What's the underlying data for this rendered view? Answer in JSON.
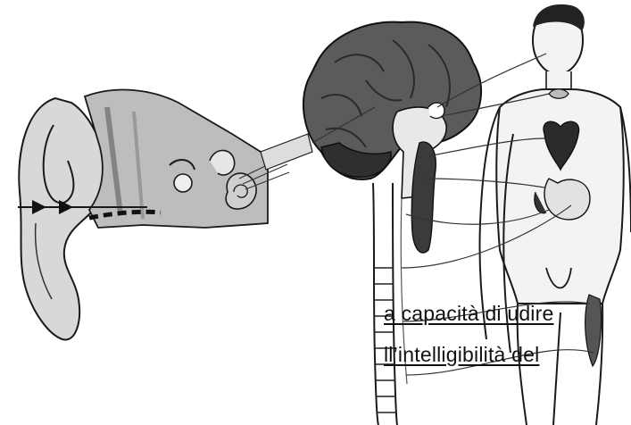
{
  "caption": {
    "line1": "a capacità di udire",
    "line2": "ll’intelligibilità   del"
  },
  "colors": {
    "brain": "#5b5b5b",
    "brain_dark": "#2f2f2f",
    "outline": "#1a1a1a",
    "body_fill": "#f3f3f3",
    "ear_fill": "#d9d9d9"
  },
  "icons": [
    "ear-illustration",
    "brain-illustration",
    "spinal-cord-illustration",
    "human-figure-illustration"
  ]
}
